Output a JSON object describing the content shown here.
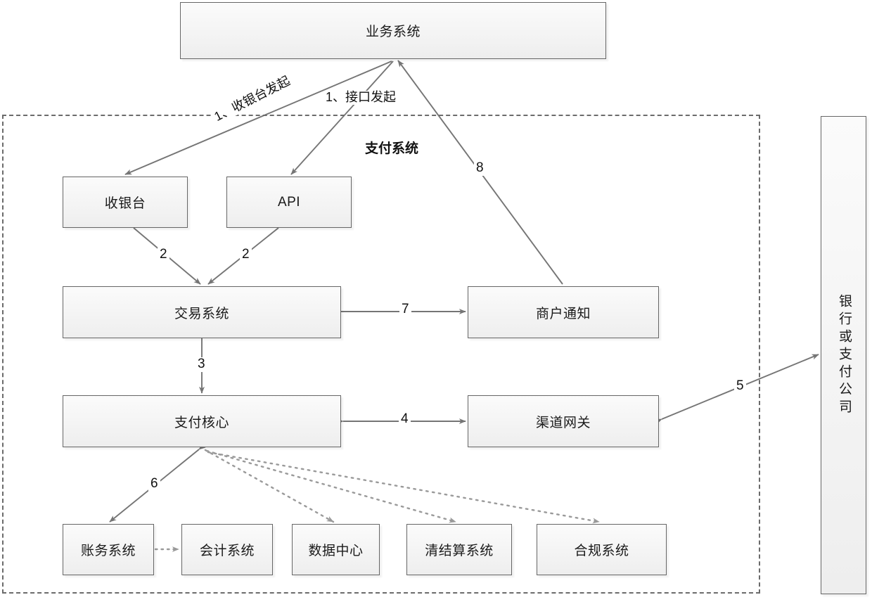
{
  "diagram": {
    "title_group": "支付系统",
    "nodes": {
      "business_system": "业务系统",
      "cashier": "收银台",
      "api": "API",
      "transaction_system": "交易系统",
      "merchant_notify": "商户通知",
      "payment_core": "支付核心",
      "channel_gateway": "渠道网关",
      "bank_or_payco": "银行或支付公司",
      "account_system": "账务系统",
      "accounting_system": "会计系统",
      "data_center": "数据中心",
      "settlement_system": "清结算系统",
      "compliance_system": "合规系统"
    },
    "edge_labels": {
      "cashier_initiate": "1、收银台发起",
      "api_initiate": "1、接口发起",
      "step2_left": "2",
      "step2_right": "2",
      "step3": "3",
      "step4": "4",
      "step5": "5",
      "step6": "6",
      "step7": "7",
      "step8": "8"
    },
    "colors": {
      "node_border": "#666666",
      "node_fill_top": "#fbfbfb",
      "node_fill_bottom": "#eeeeee",
      "edge_stroke": "#757575",
      "dotted_edge_stroke": "#9a9a9a",
      "boundary_stroke": "#6b6b6b",
      "text": "#1a1a1a"
    }
  }
}
